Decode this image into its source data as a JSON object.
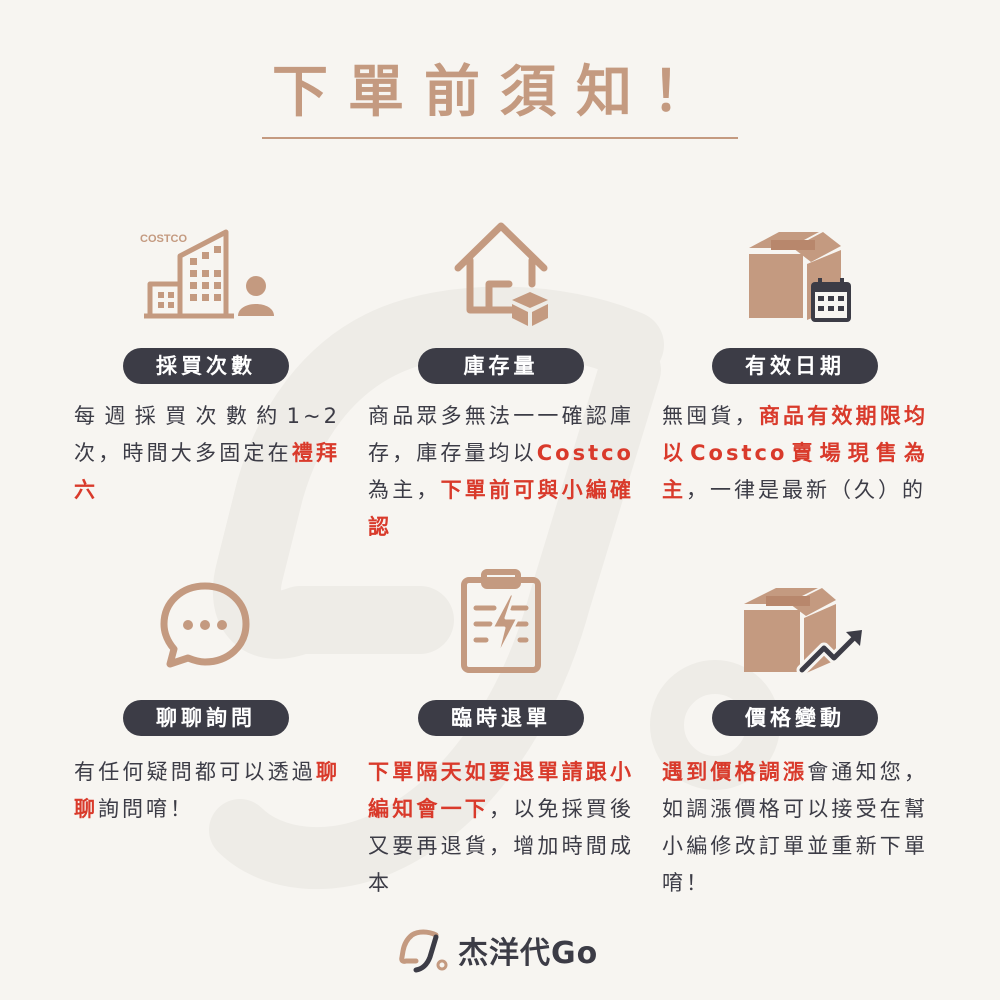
{
  "title": "下單前須知！",
  "colors": {
    "accent": "#c49a80",
    "dark": "#3c3c46",
    "highlight": "#d93a2b",
    "background": "#f7f5f1"
  },
  "cards": [
    {
      "icon": "costco-building-icon",
      "icon_text": "COSTCO",
      "label": "採買次數",
      "desc": [
        {
          "t": "每週採買次數約1~2次，時間大多固定在"
        },
        {
          "t": "禮拜六",
          "hl": true
        }
      ]
    },
    {
      "icon": "house-box-icon",
      "label": "庫存量",
      "desc": [
        {
          "t": "商品眾多無法一一確認庫存，庫存量均以"
        },
        {
          "t": "Costco",
          "hl": true
        },
        {
          "t": "為主，"
        },
        {
          "t": "下單前可與小編確認",
          "hl": true
        }
      ]
    },
    {
      "icon": "box-calendar-icon",
      "label": "有效日期",
      "desc": [
        {
          "t": "無囤貨，"
        },
        {
          "t": "商品有效期限均以Costco賣場現售為主",
          "hl": true
        },
        {
          "t": "，一律是最新（久）的"
        }
      ]
    },
    {
      "icon": "chat-bubble-icon",
      "label": "聊聊詢問",
      "desc": [
        {
          "t": "有任何疑問都可以透過"
        },
        {
          "t": "聊聊",
          "hl": true
        },
        {
          "t": "詢問唷！"
        }
      ]
    },
    {
      "icon": "clipboard-bolt-icon",
      "label": "臨時退單",
      "desc": [
        {
          "t": "下單隔天如要退單請跟小編知會一下",
          "hl": true
        },
        {
          "t": "，以免採買後又要再退貨，增加時間成本"
        }
      ]
    },
    {
      "icon": "box-trend-icon",
      "label": "價格變動",
      "desc": [
        {
          "t": "遇到價格調漲",
          "hl": true
        },
        {
          "t": "會通知您，如調漲價格可以接受在幫小編修改訂單並重新下單唷！"
        }
      ]
    }
  ],
  "brand": {
    "name": "杰洋代Go",
    "logo_icon": "gj-logo-icon"
  }
}
